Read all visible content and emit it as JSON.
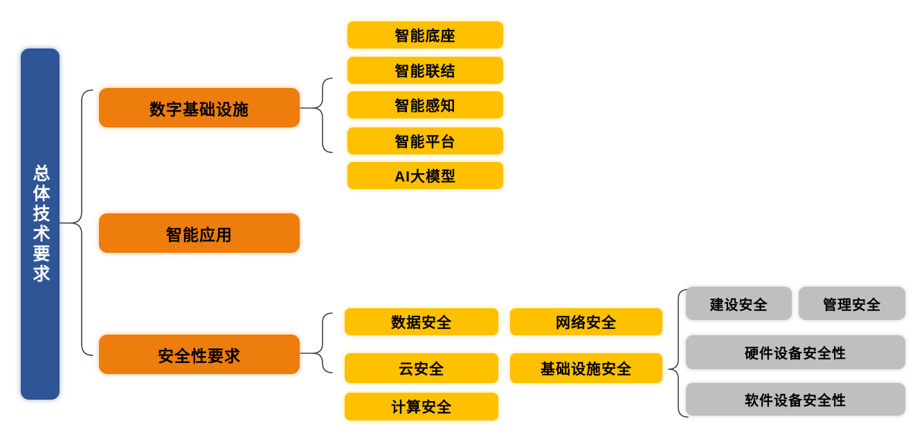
{
  "colors": {
    "root_box": "#2F5597",
    "branch_box": "#ED7D0C",
    "leaf_box": "#FFC000",
    "subleaf_box": "#BFBFBF",
    "connector_line": "#404040",
    "root_text": "#FFFFFF",
    "node_text": "#000000"
  },
  "tree": {
    "root": {
      "label": "总体技术要求"
    },
    "branches": [
      {
        "label": "数字基础设施",
        "children": [
          {
            "label": "智能底座"
          },
          {
            "label": "智能联结"
          },
          {
            "label": "智能感知"
          },
          {
            "label": "智能平台"
          },
          {
            "label": "AI大模型"
          }
        ]
      },
      {
        "label": "智能应用",
        "children": []
      },
      {
        "label": "安全性要求",
        "children": [
          {
            "label": "数据安全"
          },
          {
            "label": "网络安全"
          },
          {
            "label": "云安全"
          },
          {
            "label": "基础设施安全",
            "children": [
              {
                "label": "建设安全"
              },
              {
                "label": "管理安全"
              },
              {
                "label": "硬件设备安全性"
              },
              {
                "label": "软件设备安全性"
              }
            ]
          },
          {
            "label": "计算安全"
          }
        ]
      }
    ]
  }
}
